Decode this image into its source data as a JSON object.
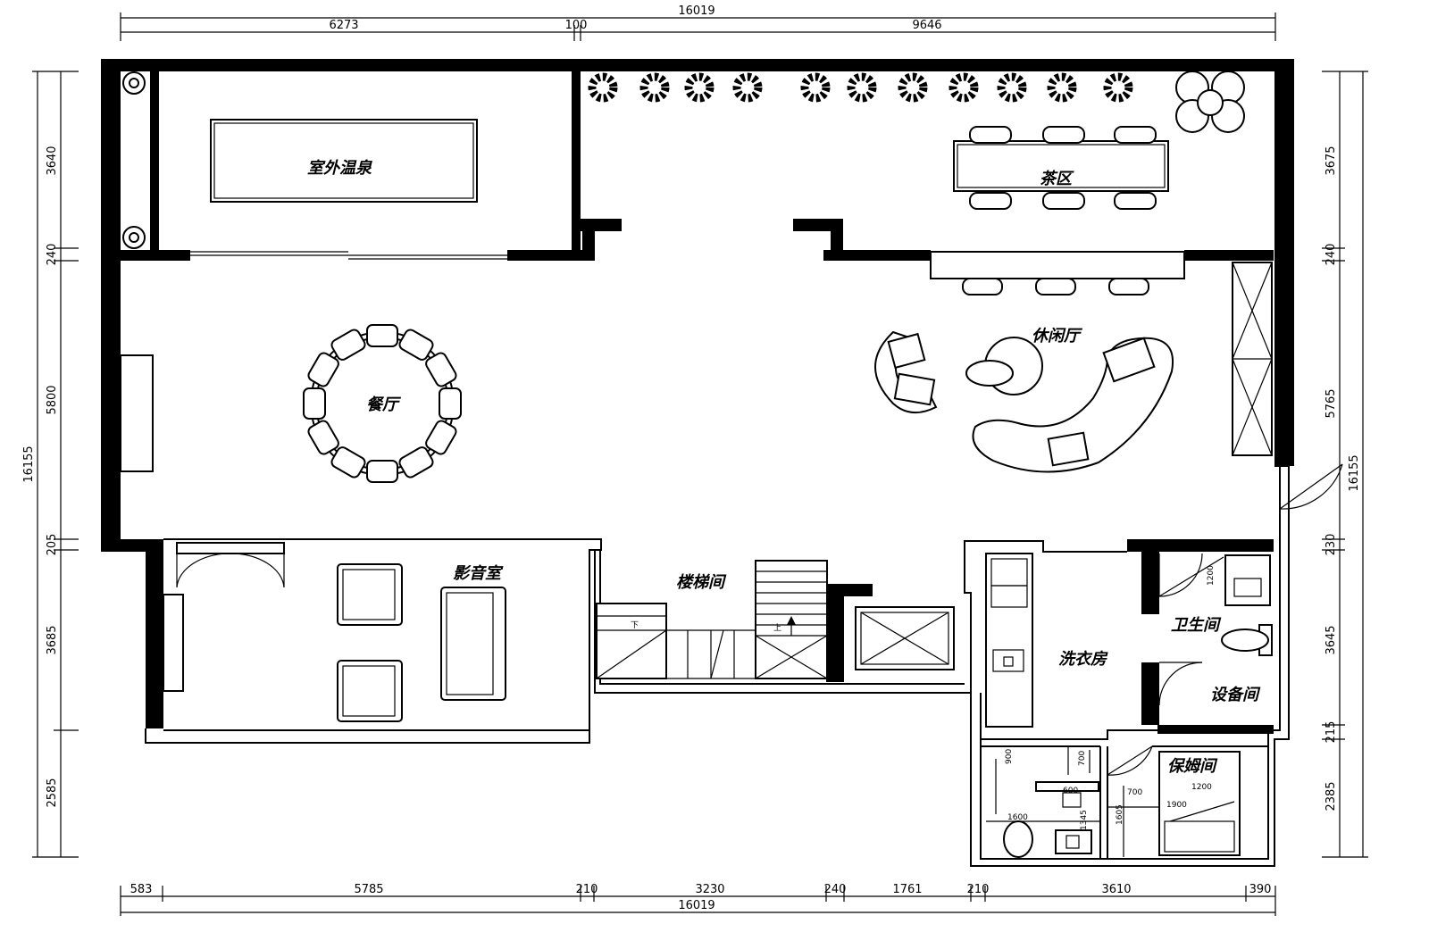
{
  "rooms": {
    "hot_spring": "室外温泉",
    "tea": "茶区",
    "dining": "餐厅",
    "lounge": "休闲厅",
    "theater": "影音室",
    "stair": "楼梯间",
    "laundry": "洗衣房",
    "bathroom": "卫生间",
    "equipment": "设备间",
    "nanny": "保姆间"
  },
  "stairs": {
    "down": "下",
    "up": "上"
  },
  "dims": {
    "top_total": "16019",
    "top_a": "6273",
    "top_b": "100",
    "top_c": "9646",
    "bottom_total": "16019",
    "bottom": [
      "583",
      "5785",
      "210",
      "3230",
      "240",
      "1761",
      "210",
      "3610",
      "390"
    ],
    "left_total": "16155",
    "left": [
      "3640",
      "240",
      "5800",
      "205",
      "3685",
      "2585"
    ],
    "right_total": "16155",
    "right": [
      "3675",
      "240",
      "5765",
      "230",
      "3645",
      "215",
      "2385"
    ],
    "inner": [
      "900",
      "700",
      "700",
      "1200",
      "1900",
      "1600",
      "1605",
      "1345",
      "1200",
      "600"
    ]
  }
}
